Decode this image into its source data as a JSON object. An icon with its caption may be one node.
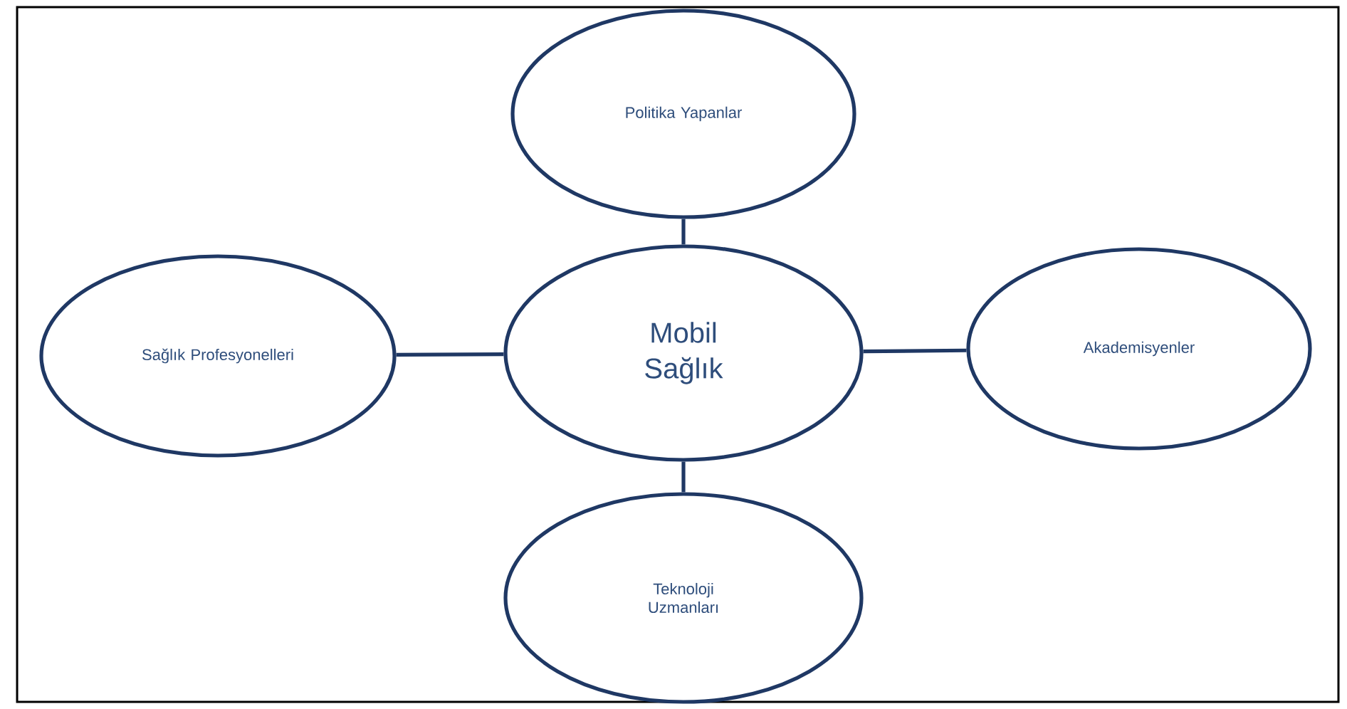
{
  "diagram": {
    "nodes": [
      {
        "text": [
          "Politika Yapanlar"
        ]
      },
      {
        "text": [
          "Sağlık Profesyonelleri"
        ]
      },
      {
        "text": [
          "Mobil Sağlık"
        ]
      },
      {
        "text": [
          "Akademisyenler"
        ]
      },
      {
        "text": [
          "Teknoloji Uzmanları"
        ]
      }
    ],
    "edges": [
      {
        "from": 2,
        "to": 0,
        "arrow": "none"
      },
      {
        "from": 2,
        "to": 1,
        "arrow": "none"
      },
      {
        "from": 2,
        "to": 3,
        "arrow": "none"
      },
      {
        "from": 2,
        "to": 4,
        "arrow": "none"
      }
    ]
  }
}
